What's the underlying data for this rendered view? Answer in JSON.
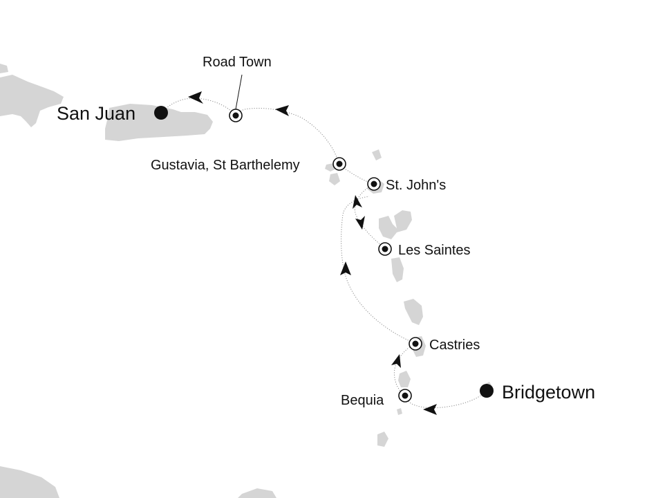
{
  "map": {
    "endpoints": [
      {
        "id": "san-juan",
        "label": "San Juan"
      },
      {
        "id": "bridgetown",
        "label": "Bridgetown"
      }
    ],
    "ports": [
      {
        "id": "road-town",
        "label": "Road Town"
      },
      {
        "id": "gustavia",
        "label": "Gustavia, St Barthelemy"
      },
      {
        "id": "st-johns",
        "label": "St. John's"
      },
      {
        "id": "les-saintes",
        "label": "Les Saintes"
      },
      {
        "id": "castries",
        "label": "Castries"
      },
      {
        "id": "bequia",
        "label": "Bequia"
      }
    ],
    "colors": {
      "land": "#d5d5d5",
      "route": "#8a8a8a",
      "marker": "#111111",
      "background": "#ffffff"
    }
  }
}
